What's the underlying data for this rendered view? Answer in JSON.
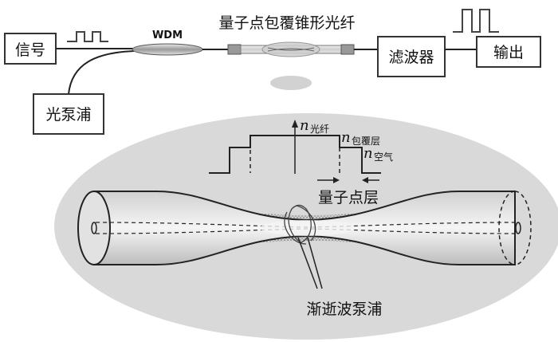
{
  "labels": {
    "signal": "信号",
    "wdm": "WDM",
    "qd_fiber": "量子点包覆锥形光纤",
    "filter": "滤波器",
    "output": "输出",
    "pump": "光泵浦",
    "n_fiber_n": "n",
    "n_fiber_sub": "光纤",
    "n_clad_n": "n",
    "n_clad_sub": "包覆层",
    "n_air_n": "n",
    "n_air_sub": "空气",
    "qd_layer": "量子点层",
    "evanescent": "渐逝波泵浦"
  },
  "colors": {
    "ellipse_fill": "#d9d9d9",
    "fiber_fill": "#bdbdbd",
    "line": "#222222"
  }
}
